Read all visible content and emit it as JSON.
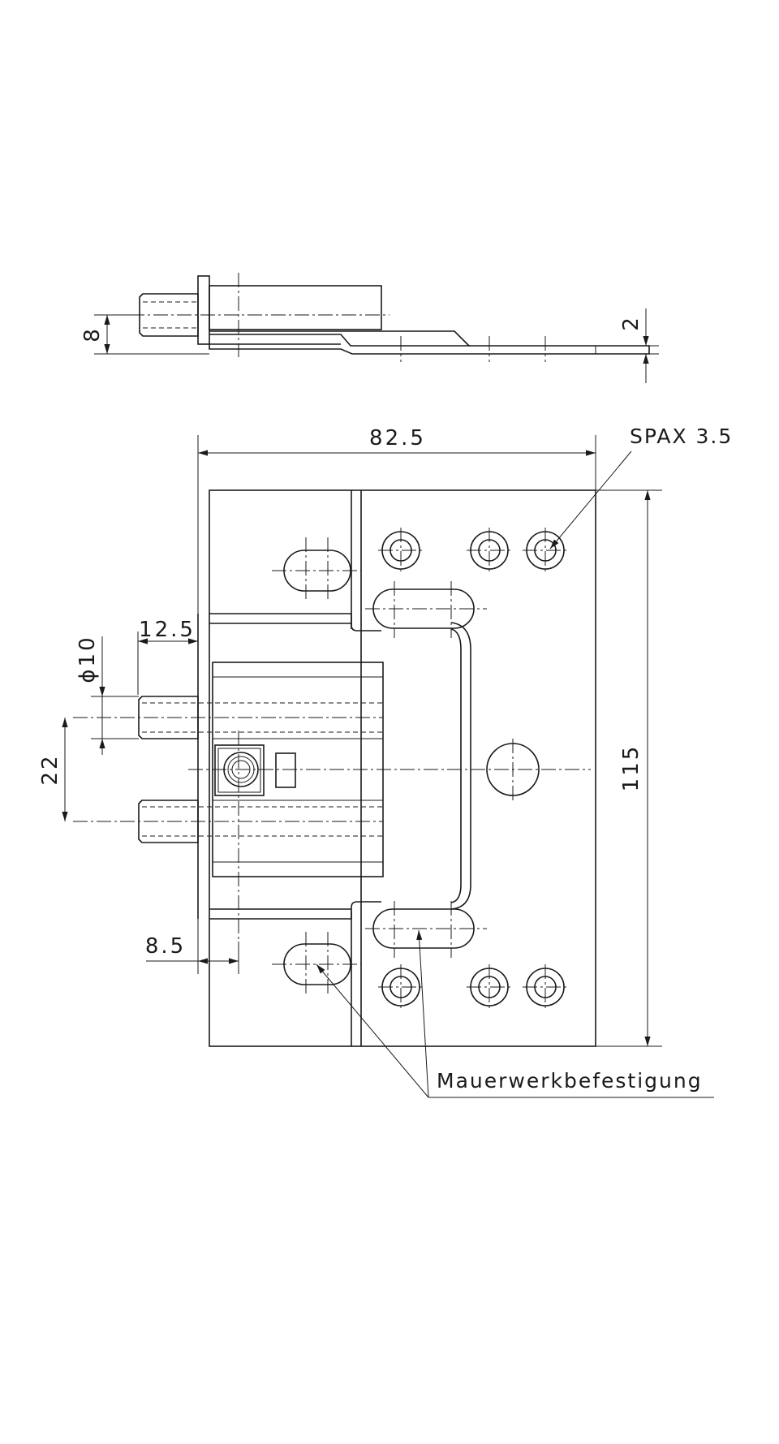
{
  "drawing": {
    "side_view": {
      "dim_height": "8",
      "dim_thickness": "2"
    },
    "front_view": {
      "dim_width": "82.5",
      "dim_height": "115",
      "dim_pin_length": "12.5",
      "dim_pin_diameter": "ϕ10",
      "dim_pin_spacing": "22",
      "dim_offset": "8.5"
    },
    "callouts": {
      "screw": "SPAX 3.5",
      "masonry_fixing": "Mauerwerkbefestigung"
    }
  }
}
